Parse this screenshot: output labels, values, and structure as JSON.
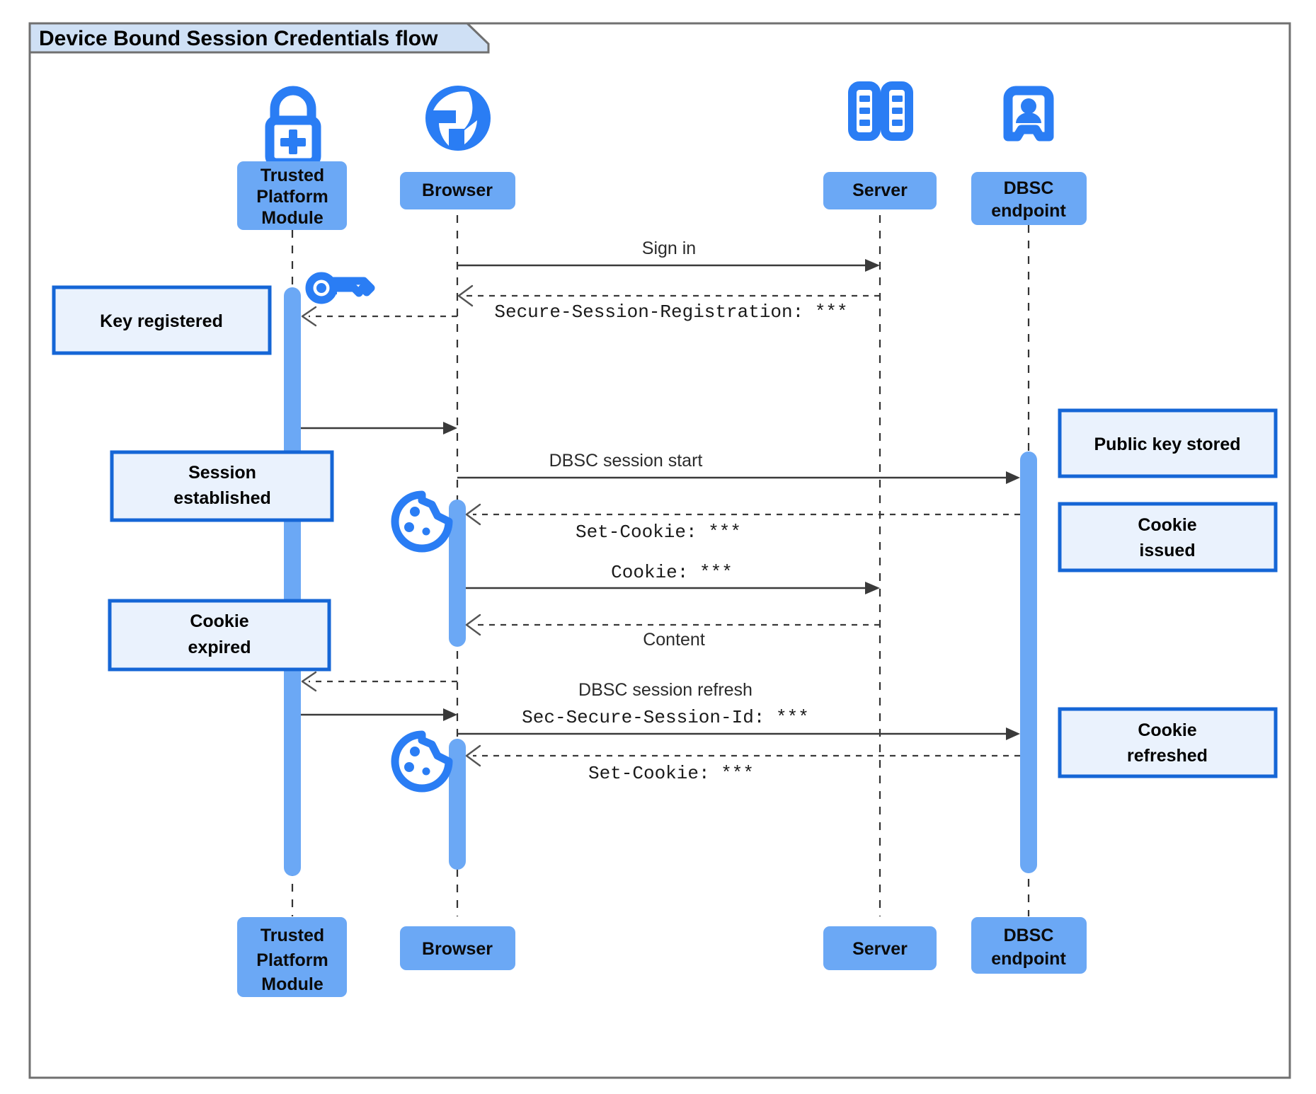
{
  "frame": {
    "title": "Device Bound Session Credentials flow",
    "border_color": "#707070",
    "tab_fill": "#cfe0f5"
  },
  "colors": {
    "participant_fill": "#6ba8f5",
    "activation_fill": "#6ba8f5",
    "note_fill": "#eaf2fd",
    "note_border": "#1566d6",
    "icon_blue": "#2a7df4",
    "line": "#3a3a3a"
  },
  "participants": [
    {
      "id": "tpm",
      "label": "Trusted Platform Module",
      "lines": [
        "Trusted",
        "Platform",
        "Module"
      ],
      "icon": "lock-plus-icon"
    },
    {
      "id": "browser",
      "label": "Browser",
      "lines": [
        "Browser"
      ],
      "icon": "globe-icon"
    },
    {
      "id": "server",
      "label": "Server",
      "lines": [
        "Server"
      ],
      "icon": "server-racks-icon"
    },
    {
      "id": "dbsc",
      "label": "DBSC endpoint",
      "lines": [
        "DBSC",
        "endpoint"
      ],
      "icon": "id-badge-icon"
    }
  ],
  "messages": [
    {
      "id": "m1",
      "from": "browser",
      "to": "server",
      "label": "Sign in",
      "style": "solid",
      "font": "sans"
    },
    {
      "id": "m2",
      "from": "server",
      "to": "browser",
      "label": "Secure-Session-Registration: ***",
      "style": "dashed",
      "font": "mono"
    },
    {
      "id": "m3",
      "from": "browser",
      "to": "tpm",
      "label": "",
      "style": "dashed",
      "font": "mono"
    },
    {
      "id": "m4",
      "from": "tpm",
      "to": "browser",
      "label": "",
      "style": "solid",
      "font": "sans"
    },
    {
      "id": "m5",
      "from": "browser",
      "to": "dbsc",
      "label": "DBSC session start",
      "style": "solid",
      "font": "sans"
    },
    {
      "id": "m6",
      "from": "dbsc",
      "to": "browser",
      "label": "Set-Cookie: ***",
      "style": "dashed",
      "font": "mono"
    },
    {
      "id": "m7",
      "from": "browser",
      "to": "server",
      "label": "Cookie: ***",
      "style": "solid",
      "font": "mono"
    },
    {
      "id": "m8",
      "from": "server",
      "to": "browser",
      "label": "Content",
      "style": "dashed",
      "font": "sans"
    },
    {
      "id": "m9",
      "from": "browser",
      "to": "tpm",
      "label": "",
      "style": "dashed",
      "font": "mono"
    },
    {
      "id": "m10",
      "from": "tpm",
      "to": "browser",
      "label": "",
      "style": "solid",
      "font": "sans"
    },
    {
      "id": "m11",
      "from": "browser",
      "to": "dbsc",
      "label": "DBSC session refresh",
      "label2": "Sec-Secure-Session-Id: ***",
      "style": "solid",
      "font": "sans"
    },
    {
      "id": "m12",
      "from": "dbsc",
      "to": "browser",
      "label": "Set-Cookie: ***",
      "style": "dashed",
      "font": "mono"
    }
  ],
  "notes": [
    {
      "id": "n1",
      "side": "left",
      "lines": [
        "Key registered"
      ],
      "anchor": "tpm"
    },
    {
      "id": "n2",
      "side": "left",
      "lines": [
        "Session",
        "established"
      ],
      "anchor": "tpm"
    },
    {
      "id": "n3",
      "side": "left",
      "lines": [
        "Cookie",
        "expired"
      ],
      "anchor": "tpm"
    },
    {
      "id": "n4",
      "side": "right",
      "lines": [
        "Public key stored"
      ],
      "anchor": "dbsc"
    },
    {
      "id": "n5",
      "side": "right",
      "lines": [
        "Cookie",
        "issued"
      ],
      "anchor": "dbsc"
    },
    {
      "id": "n6",
      "side": "right",
      "lines": [
        "Cookie",
        "refreshed"
      ],
      "anchor": "dbsc"
    }
  ],
  "inline_icons": [
    {
      "id": "key1",
      "icon": "key-icon",
      "near": "tpm"
    },
    {
      "id": "cookie1",
      "icon": "cookie-icon",
      "near": "browser"
    },
    {
      "id": "cookie2",
      "icon": "cookie-icon",
      "near": "browser"
    }
  ]
}
